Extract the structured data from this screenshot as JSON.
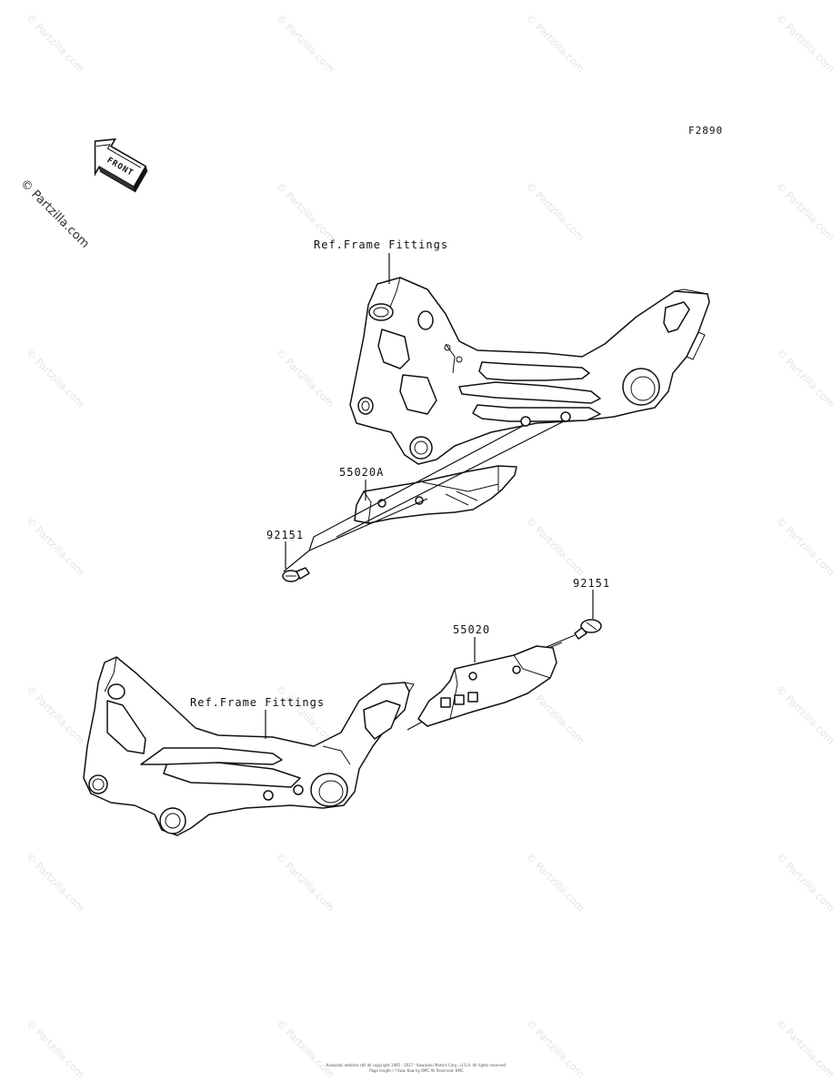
{
  "diagram_id": "F2890",
  "front_label": "FRONT",
  "watermark_main": "© Partzilla.com",
  "watermark_tile": "© Partzilla.com",
  "callouts": {
    "ref_top": "Ref.Frame Fittings",
    "ref_bottom": "Ref.Frame Fittings",
    "guard_left": "55020A",
    "guard_right": "55020",
    "bolt_left": "92151",
    "bolt_right": "92151"
  },
  "copyright": {
    "line1": "Kawasaki website still all copyright 1995 - 2017 · Kawasaki Motors Corp., U.S.A. All rights reserved.",
    "line2": "Page length / ? Kaw. Kaw by KMC All Reserved. KMC"
  }
}
